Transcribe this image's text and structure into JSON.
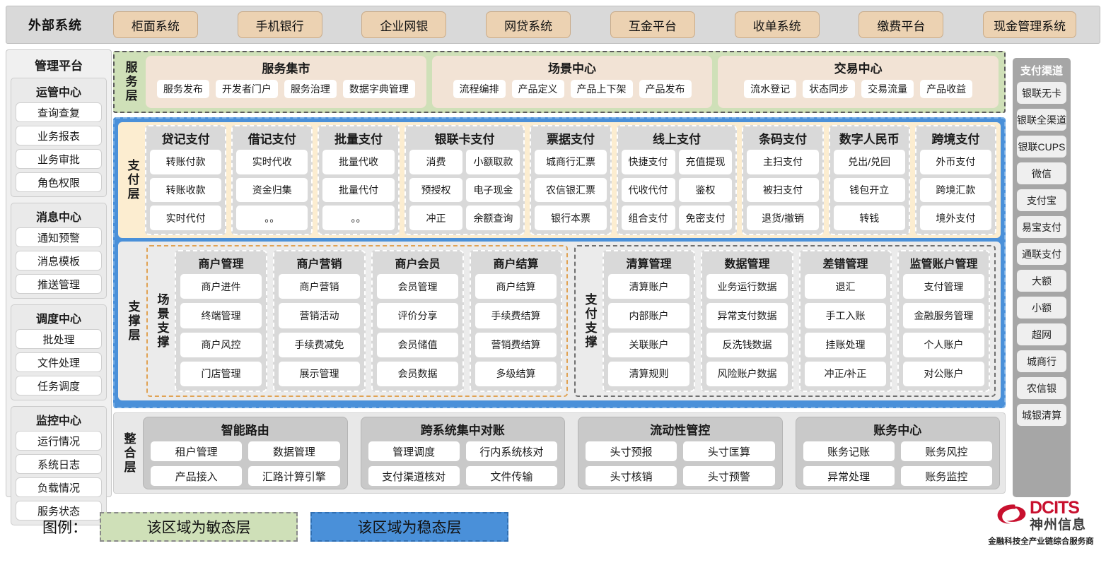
{
  "external_bar": {
    "title": "外部系统",
    "items": [
      "柜面系统",
      "手机银行",
      "企业网银",
      "网贷系统",
      "互金平台",
      "收单系统",
      "缴费平台",
      "现金管理系统"
    ]
  },
  "management_platform": {
    "title": "管理平台",
    "groups": [
      {
        "title": "运管中心",
        "items": [
          "查询查复",
          "业务报表",
          "业务审批",
          "角色权限"
        ]
      },
      {
        "title": "消息中心",
        "items": [
          "通知预警",
          "消息模板",
          "推送管理"
        ]
      },
      {
        "title": "调度中心",
        "items": [
          "批处理",
          "文件处理",
          "任务调度"
        ]
      },
      {
        "title": "监控中心",
        "items": [
          "运行情况",
          "系统日志",
          "负载情况",
          "服务状态"
        ]
      }
    ]
  },
  "payment_channels": {
    "title": "支付渠道",
    "items": [
      "银联无卡",
      "银联全渠道",
      "银联CUPS",
      "微信",
      "支付宝",
      "易宝支付",
      "通联支付",
      "大额",
      "小额",
      "超网",
      "城商行",
      "农信银",
      "城银清算"
    ]
  },
  "service_layer": {
    "label": "服务层",
    "cards": [
      {
        "title": "服务集市",
        "items": [
          "服务发布",
          "开发者门户",
          "服务治理",
          "数据字典管理"
        ]
      },
      {
        "title": "场景中心",
        "items": [
          "流程编排",
          "产品定义",
          "产品上下架",
          "产品发布"
        ]
      },
      {
        "title": "交易中心",
        "items": [
          "流水登记",
          "状态同步",
          "交易流量",
          "产品收益"
        ]
      }
    ]
  },
  "payment_layer": {
    "label": "支付层",
    "groups": [
      {
        "title": "贷记支付",
        "cols": 1,
        "items": [
          "转账付款",
          "转账收款",
          "实时代付"
        ]
      },
      {
        "title": "借记支付",
        "cols": 1,
        "items": [
          "实时代收",
          "资金归集",
          "。。"
        ]
      },
      {
        "title": "批量支付",
        "cols": 1,
        "items": [
          "批量代收",
          "批量代付",
          "。。"
        ]
      },
      {
        "title": "银联卡支付",
        "cols": 2,
        "items": [
          "消费",
          "小额取款",
          "预授权",
          "电子现金",
          "冲正",
          "余额查询"
        ]
      },
      {
        "title": "票据支付",
        "cols": 1,
        "items": [
          "城商行汇票",
          "农信银汇票",
          "银行本票"
        ]
      },
      {
        "title": "线上支付",
        "cols": 2,
        "items": [
          "快捷支付",
          "充值提现",
          "代收代付",
          "鉴权",
          "组合支付",
          "免密支付"
        ]
      },
      {
        "title": "条码支付",
        "cols": 1,
        "items": [
          "主扫支付",
          "被扫支付",
          "退货/撤销"
        ]
      },
      {
        "title": "数字人民币",
        "cols": 1,
        "items": [
          "兑出/兑回",
          "钱包开立",
          "转钱"
        ]
      },
      {
        "title": "跨境支付",
        "cols": 1,
        "items": [
          "外币支付",
          "跨境汇款",
          "境外支付"
        ]
      }
    ]
  },
  "support_layer": {
    "label": "支撑层",
    "regions": [
      {
        "label": "场景支撑",
        "style": "scene",
        "groups": [
          {
            "title": "商户管理",
            "items": [
              "商户进件",
              "终端管理",
              "商户风控",
              "门店管理"
            ]
          },
          {
            "title": "商户营销",
            "items": [
              "商户营销",
              "营销活动",
              "手续费减免",
              "展示管理"
            ]
          },
          {
            "title": "商户会员",
            "items": [
              "会员管理",
              "评价分享",
              "会员储值",
              "会员数据"
            ]
          },
          {
            "title": "商户结算",
            "items": [
              "商户结算",
              "手续费结算",
              "营销费结算",
              "多级结算"
            ]
          }
        ]
      },
      {
        "label": "支付支撑",
        "style": "paysup",
        "groups": [
          {
            "title": "清算管理",
            "items": [
              "清算账户",
              "内部账户",
              "关联账户",
              "清算规则"
            ]
          },
          {
            "title": "数据管理",
            "items": [
              "业务运行数据",
              "异常支付数据",
              "反洗钱数据",
              "风险账户数据"
            ]
          },
          {
            "title": "差错管理",
            "items": [
              "退汇",
              "手工入账",
              "挂账处理",
              "冲正/补正"
            ]
          },
          {
            "title": "监管账户管理",
            "items": [
              "支付管理",
              "金融服务管理",
              "个人账户",
              "对公账户"
            ]
          }
        ]
      }
    ]
  },
  "integration_layer": {
    "label": "整合层",
    "cards": [
      {
        "title": "智能路由",
        "items": [
          "租户管理",
          "数据管理",
          "产品接入",
          "汇路计算引擎"
        ]
      },
      {
        "title": "跨系统集中对账",
        "items": [
          "管理调度",
          "行内系统核对",
          "支付渠道核对",
          "文件传输"
        ]
      },
      {
        "title": "流动性管控",
        "items": [
          "头寸预报",
          "头寸匡算",
          "头寸核销",
          "头寸预警"
        ]
      },
      {
        "title": "账务中心",
        "items": [
          "账务记账",
          "账务风控",
          "异常处理",
          "账务监控"
        ]
      }
    ]
  },
  "legend": {
    "label": "图例：",
    "agile_text": "该区域为敏态层",
    "stable_text": "该区域为稳态层",
    "agile_color": "#cfe0b8",
    "stable_color": "#4a90d9"
  },
  "logo": {
    "en": "DCITS",
    "cn": "神州信息",
    "tagline": "金融科技全产业链综合服务商",
    "brand_color": "#c8102e"
  }
}
